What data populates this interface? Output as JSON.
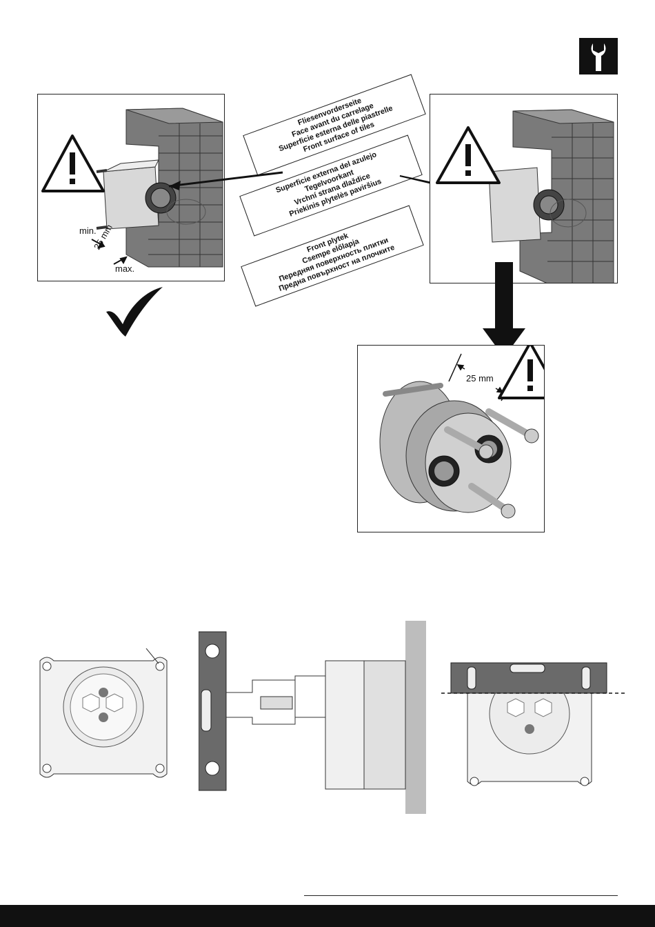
{
  "icons": {
    "tool": "wrench-icon",
    "warning": "warning-triangle-icon",
    "check": "checkmark-icon",
    "arrow": "down-arrow-icon"
  },
  "left_panel": {
    "min_label": "min.",
    "dim_label": "25 mm",
    "max_label": "max."
  },
  "cards": [
    {
      "lines": [
        "Fliesenvorderseite",
        "Face avant du carrelage",
        "Superficie esterna delle piastrelle",
        "Front surface of tiles"
      ]
    },
    {
      "lines": [
        "Superficie externa del azulejo",
        "Tegelvoorkant",
        "Vrchní strana dlaždice",
        "Priekinis plytelės paviršius"
      ]
    },
    {
      "lines": [
        "Front plytek",
        "Csempe előlapja",
        "Передняя поверхность плитки",
        "Предна повърхност на плочките"
      ]
    }
  ],
  "detail_panel": {
    "dim_label": "25 mm"
  },
  "colors": {
    "frame": "#222222",
    "wall": "#707070",
    "footer": "#111111"
  }
}
